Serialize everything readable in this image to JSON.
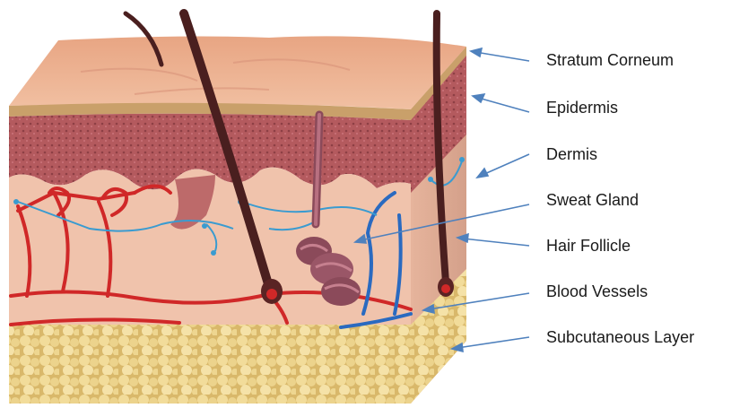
{
  "labels": [
    {
      "id": "stratum-corneum",
      "text": "Stratum Corneum"
    },
    {
      "id": "epidermis",
      "text": "Epidermis"
    },
    {
      "id": "dermis",
      "text": "Dermis"
    },
    {
      "id": "sweat-gland",
      "text": "Sweat Gland"
    },
    {
      "id": "hair-follicle",
      "text": "Hair Follicle"
    },
    {
      "id": "blood-vessels",
      "text": "Blood Vessels"
    },
    {
      "id": "subcutaneous-layer",
      "text": "Subcutaneous Layer"
    }
  ],
  "colors": {
    "arrow": "#4f81bd",
    "skin_top": "#e9a88a",
    "stratum": "#c9a06a",
    "epidermis": "#b45a5e",
    "dermis": "#f0c3ac",
    "fat": "#e8cf86",
    "hair": "#4a1f1f",
    "artery": "#d02828",
    "vein": "#2a6ac0",
    "nerve": "#3a9bd0",
    "gland": "#8b4a5a"
  }
}
